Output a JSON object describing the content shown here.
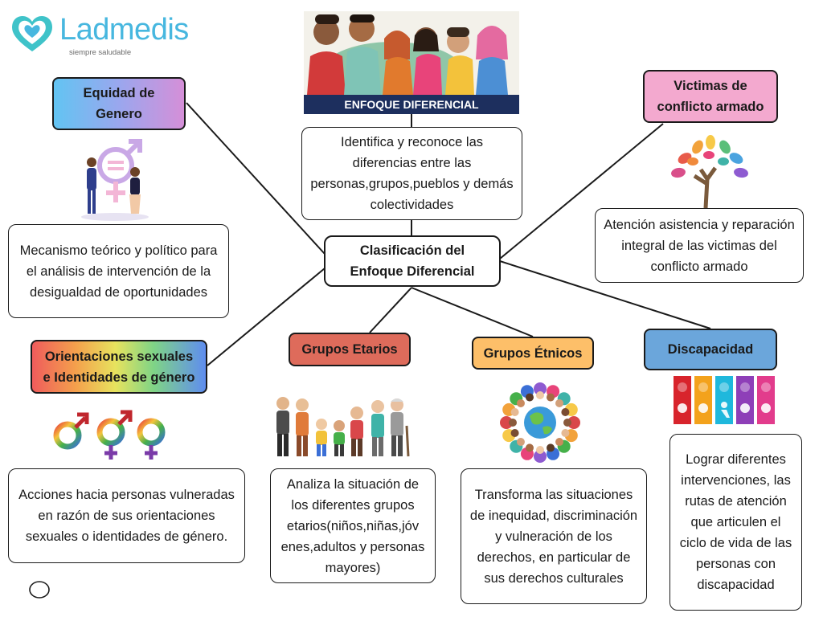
{
  "brand": {
    "name": "Ladmedis",
    "tagline": "siempre saludable",
    "color": "#47b7df"
  },
  "banner": {
    "label": "ENFOQUE DIFERENCIAL"
  },
  "center": {
    "title": "Clasificación del Enfoque Diferencial"
  },
  "enfoque": {
    "description": "Identifica y reconoce las diferencias entre las personas,grupos,pueblos y demás colectividades"
  },
  "categories": {
    "equidad": {
      "title": "Equidad de\nGenero",
      "description": "Mecanismo teórico y político para el análisis de intervención de la desigualdad de oportunidades",
      "icon": "gender-equality-icon"
    },
    "victimas": {
      "title": "Victimas de\nconflicto armado",
      "description": "Atención asistencia y reparación integral de las victimas del conflicto armado",
      "icon": "tree-of-hands-icon",
      "color": "#f3a9cf"
    },
    "orientaciones": {
      "title": "Orientaciones sexuales\ne Identidades de género",
      "description": "Acciones hacia personas vulneradas en razón de sus orientaciones sexuales o identidades de género.",
      "icon": "rainbow-gender-symbols-icon"
    },
    "etarios": {
      "title": "Grupos Etarios",
      "description": "Analiza la situación de los diferentes grupos etarios(niños,niñas,jóv enes,adultos y personas mayores)",
      "icon": "age-groups-icon",
      "color": "#de6b5b"
    },
    "etnicos": {
      "title": "Grupos Étnicos",
      "description": "Transforma las situaciones de inequidad, discriminación y vulneración de los derechos, en particular de sus derechos culturales",
      "icon": "globe-people-icon",
      "color": "#fdbf69"
    },
    "discapacidad": {
      "title": "Discapacidad",
      "description": "Lograr diferentes intervenciones, las rutas de atención que articulen el ciclo de vida de las personas con discapacidad",
      "icon": "disability-icons",
      "color": "#6ba6db"
    }
  }
}
